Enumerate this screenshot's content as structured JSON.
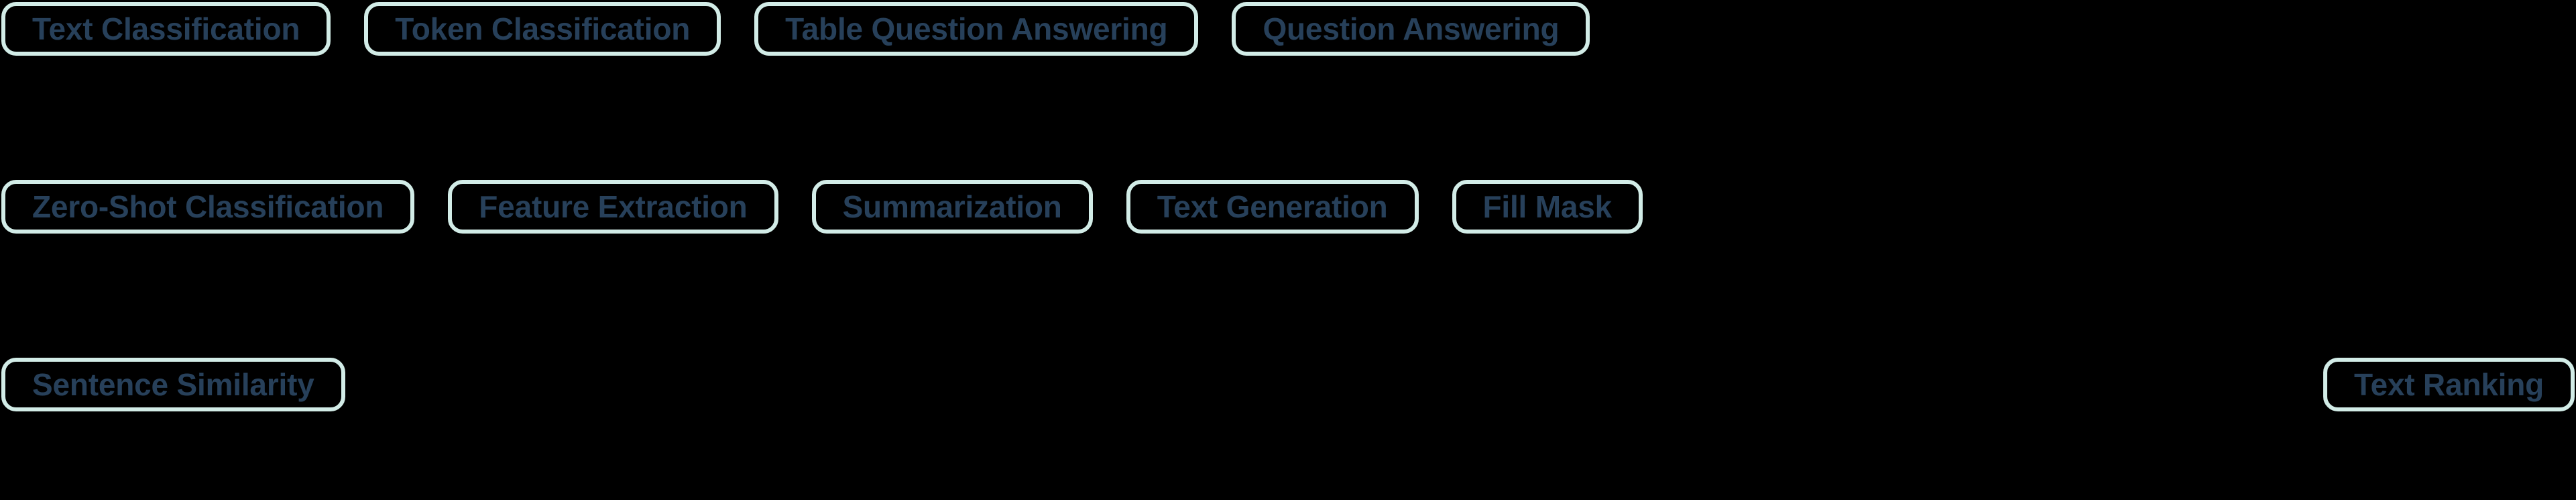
{
  "theme": {
    "background_color": "#000000",
    "tag_border_color": "#d2ece7",
    "tag_text_color": "#27405a",
    "tag_background_color": "transparent"
  },
  "tag_cloud": {
    "rows": [
      {
        "row_index": 1,
        "tags": [
          {
            "label": "Text Classification"
          },
          {
            "label": "Token Classification"
          },
          {
            "label": "Table Question Answering"
          },
          {
            "label": "Question Answering"
          }
        ]
      },
      {
        "row_index": 2,
        "tags": [
          {
            "label": "Zero-Shot Classification"
          },
          {
            "label": "Feature Extraction"
          },
          {
            "label": "Summarization"
          },
          {
            "label": "Text Generation"
          },
          {
            "label": "Fill Mask"
          }
        ]
      },
      {
        "row_index": 3,
        "tags": [
          {
            "label": "Sentence Similarity"
          },
          {
            "label": "Text Ranking"
          }
        ]
      }
    ]
  }
}
